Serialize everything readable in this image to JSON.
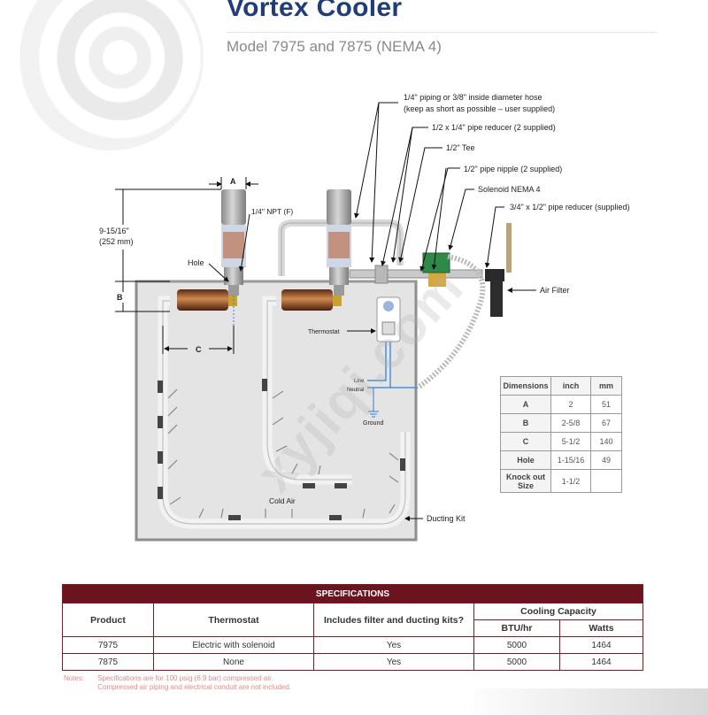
{
  "header": {
    "title": "Vortex Cooler",
    "subtitle": "Model 7975 and 7875 (NEMA 4)"
  },
  "diagram": {
    "callouts": {
      "piping": [
        "1/4\" piping or 3/8\" inside diameter hose",
        "(keep as short as possible – user supplied)"
      ],
      "reducer_half_quarter": "1/2 x 1/4\" pipe reducer (2 supplied)",
      "tee": "1/2\" Tee",
      "nipple": "1/2\" pipe nipple (2 supplied)",
      "solenoid": "Solenoid NEMA 4",
      "reducer_three_quarter": "3/4\" x 1/2\" pipe reducer (supplied)",
      "air_filter": "Air Filter",
      "npt": "1/4\" NPT (F)",
      "hole": "Hole",
      "thermostat": "Thermostat",
      "line": "Line",
      "neutral": "Neutral",
      "ground": "Ground",
      "cold_air": "Cold Air",
      "ducting_kit": "Ducting Kit"
    },
    "dim_labels": {
      "a": "A",
      "b": "B",
      "c": "C",
      "height": [
        "9-15/16\"",
        "(252 mm)"
      ]
    },
    "watermark": "xyjiqi.com"
  },
  "dimensions_table": {
    "headers": [
      "Dimensions",
      "inch",
      "mm"
    ],
    "rows": [
      [
        "A",
        "2",
        "51"
      ],
      [
        "B",
        "2-5/8",
        "67"
      ],
      [
        "C",
        "5-1/2",
        "140"
      ],
      [
        "Hole",
        "1-15/16",
        "49"
      ],
      [
        "Knock out Size",
        "1-1/2",
        ""
      ]
    ]
  },
  "specifications": {
    "title": "SPECIFICATIONS",
    "headers": {
      "product": "Product",
      "thermostat": "Thermostat",
      "kits": "Includes filter and ducting kits?",
      "capacity": "Cooling Capacity",
      "btu": "BTU/hr",
      "watts": "Watts"
    },
    "rows": [
      [
        "7975",
        "Electric with solenoid",
        "Yes",
        "5000",
        "1464"
      ],
      [
        "7875",
        "None",
        "Yes",
        "5000",
        "1464"
      ]
    ]
  },
  "notes": {
    "label": "Notes:",
    "lines": [
      "Specifications are for 100 psig (6.9 bar) compressed air.",
      "Compressed air piping and electrical conduit are not included."
    ]
  }
}
